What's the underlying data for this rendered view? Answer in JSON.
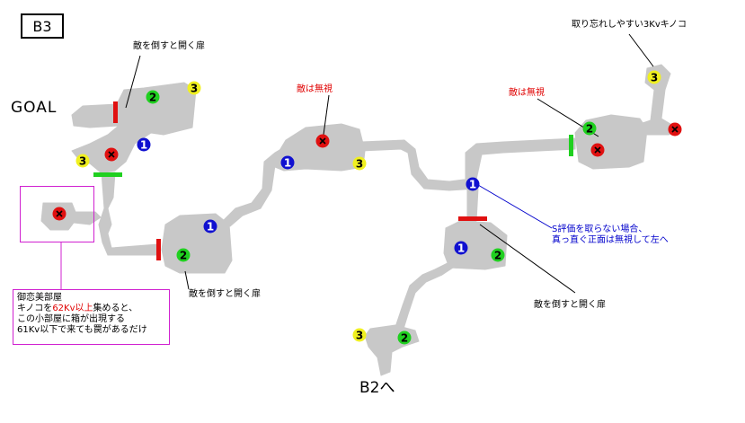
{
  "floor_label": "B3",
  "goal_label": "GOAL",
  "exit_label": "B2へ",
  "annotations": {
    "door_top": "敵を倒すと開く扉",
    "door_mid": "敵を倒すと開く扉",
    "door_right": "敵を倒すと開く扉",
    "ignore_center": "敵は無視",
    "ignore_right": "敵は無視",
    "mushroom": "取り忘れしやすい3Kvキノコ",
    "s_rank_1": "S評価を取らない場合、",
    "s_rank_2": "真っ直ぐ正面は無視して左へ"
  },
  "secret_room": {
    "line1": "御恋美部屋",
    "line2_pre": "キノコを",
    "line2_hl": "62Kv以上",
    "line2_post": "集めると、",
    "line3": "この小部屋に箱が出現する",
    "line4": "61Kv以下で来ても罠があるだけ"
  },
  "markers": {
    "one": "1",
    "two": "2",
    "three": "3"
  },
  "colors": {
    "floor": "#c8c8c8",
    "enemy": "#e01010",
    "marker_1": "#1010d0",
    "marker_2": "#20d020",
    "marker_3": "#f0f020",
    "door_red": "#e01010",
    "door_green": "#20d020",
    "frame": "#d020d0"
  }
}
